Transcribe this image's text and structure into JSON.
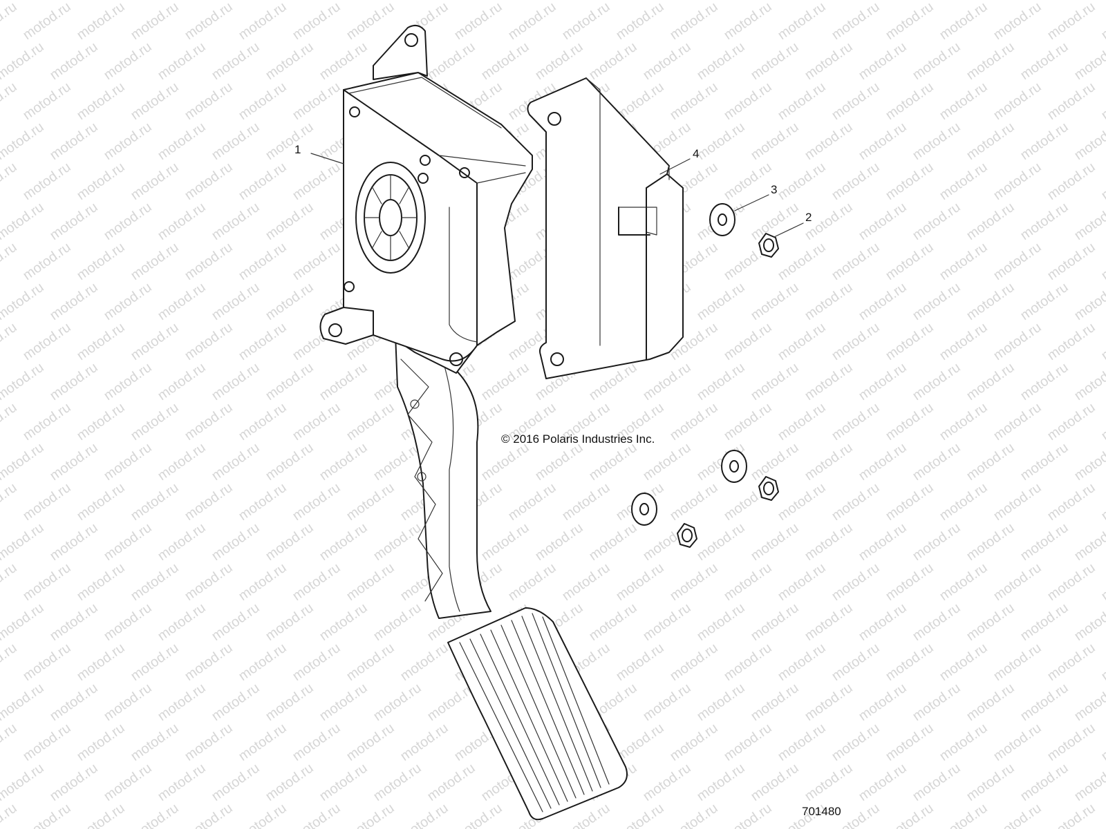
{
  "watermark": {
    "text": "motod.ru"
  },
  "callouts": [
    {
      "id": "1",
      "label": "1"
    },
    {
      "id": "2",
      "label": "2"
    },
    {
      "id": "3",
      "label": "3"
    },
    {
      "id": "4",
      "label": "4"
    }
  ],
  "copyright": "© 2016 Polaris Industries Inc.",
  "drawing_number": "701480",
  "colors": {
    "line": "#1a1a1a",
    "watermark": "#d6d6d6",
    "background": "#ffffff"
  }
}
